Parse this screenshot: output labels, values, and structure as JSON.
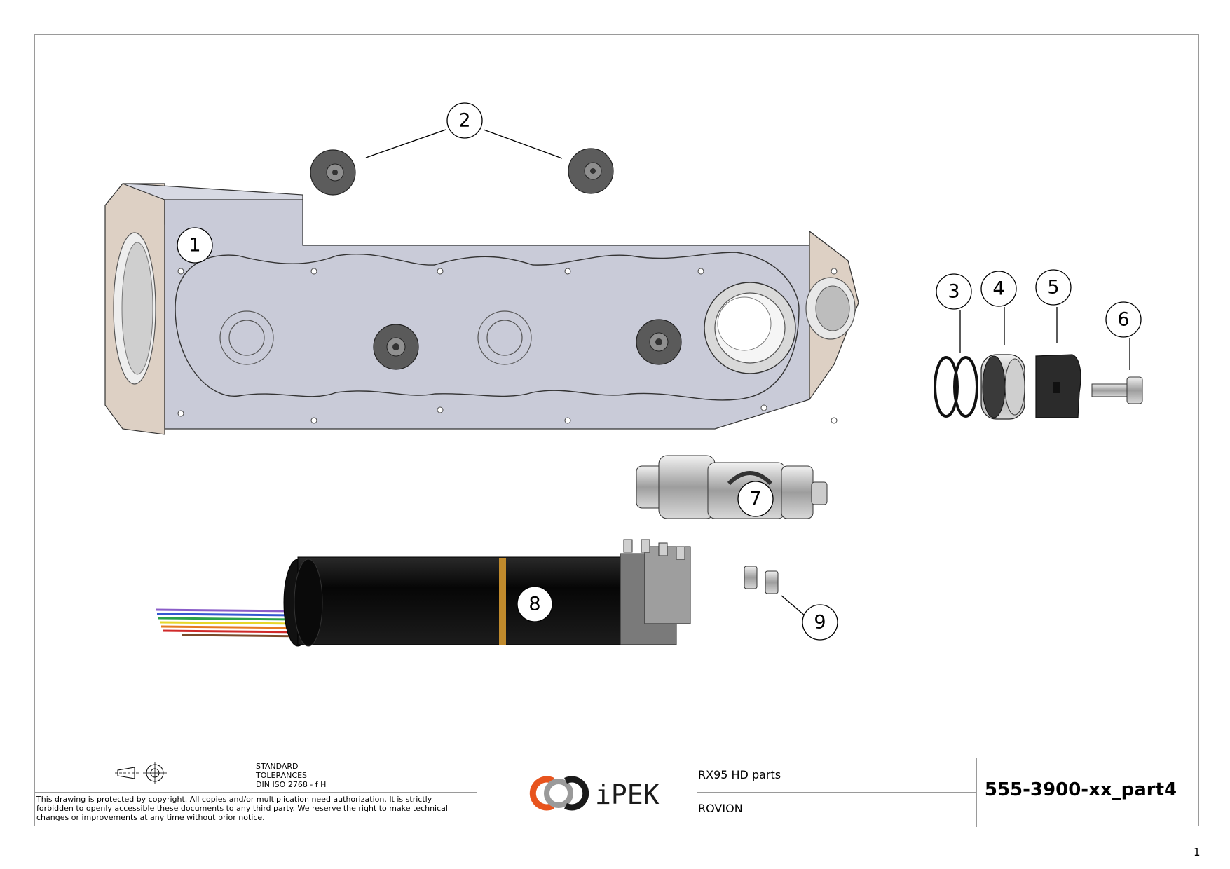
{
  "balloons": [
    {
      "label": "1"
    },
    {
      "label": "2"
    },
    {
      "label": "3"
    },
    {
      "label": "4"
    },
    {
      "label": "5"
    },
    {
      "label": "6"
    },
    {
      "label": "7"
    },
    {
      "label": "8"
    },
    {
      "label": "9"
    }
  ],
  "title_block": {
    "tolerances": [
      "STANDARD",
      "TOLERANCES",
      "DIN ISO 2768 - f H"
    ],
    "copyright": "This drawing is protected by copyright. All copies and/or multiplication need authorization. It is strictly forbidden to openly accessible these documents to any third party. We reserve the right to make technical changes or improvements at any time without prior notice.",
    "logo_text": "iPEK",
    "title_line1": "RX95 HD parts",
    "title_line2": "ROVION",
    "document_number": "555-3900-xx_part4"
  },
  "page_number": "1",
  "colors": {
    "logo_orange": "#e8541e",
    "logo_grey": "#9a9a9a",
    "logo_black": "#1a1a1a",
    "housing_face": "#c9cbd8",
    "housing_side": "#ddd0c4",
    "motor_body": "#0c0c0c",
    "motor_ring": "#c08a2c"
  }
}
